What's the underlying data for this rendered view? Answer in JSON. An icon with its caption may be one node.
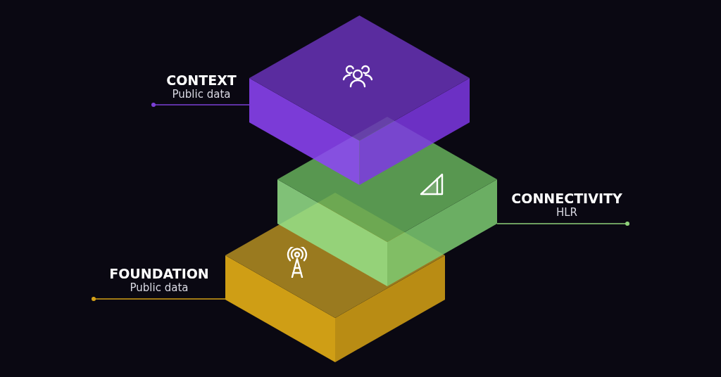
{
  "diagram": {
    "nodes": [
      {
        "text": [
          "CONTEXT",
          "Public data"
        ]
      },
      {
        "text": [],
        "shape": "box"
      },
      {
        "text": [],
        "shape": "box"
      },
      {
        "text": [
          "CONNECTIVITY",
          "HLR"
        ]
      },
      {
        "text": [
          "FOUNDATION",
          "Public data"
        ]
      },
      {
        "text": [],
        "shape": "box"
      }
    ],
    "edges": [
      {
        "from": 0,
        "to": 1,
        "arrow": "other",
        "color": "#7b3fd6"
      },
      {
        "from": 3,
        "to": 2,
        "arrow": "other",
        "color": "#8fd07a"
      },
      {
        "from": 4,
        "to": 5,
        "arrow": "other",
        "color": "#d4a017"
      }
    ]
  }
}
